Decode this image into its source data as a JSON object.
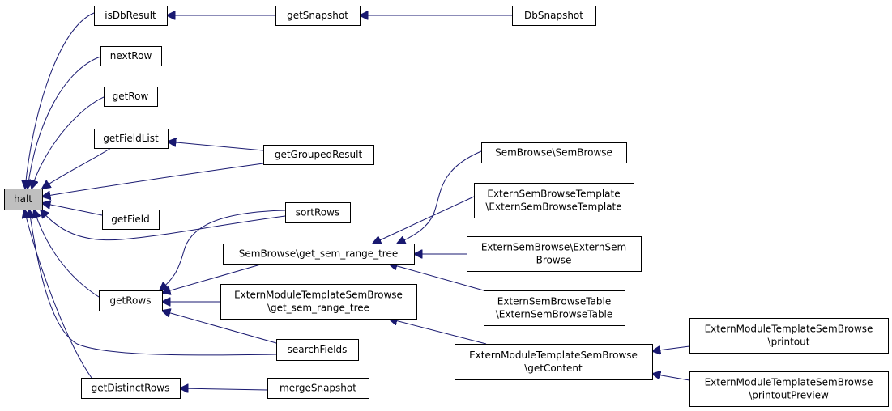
{
  "colors": {
    "edge": "#191970",
    "current_node_fill": "#bfbfbf",
    "node_fill": "#ffffff",
    "node_border": "#000000"
  },
  "nodes": {
    "halt": [
      "halt"
    ],
    "isDbResult": [
      "isDbResult"
    ],
    "getSnapshot": [
      "getSnapshot"
    ],
    "DbSnapshot": [
      "DbSnapshot"
    ],
    "nextRow": [
      "nextRow"
    ],
    "getRow": [
      "getRow"
    ],
    "getFieldList": [
      "getFieldList"
    ],
    "getGroupedResult": [
      "getGroupedResult"
    ],
    "getField": [
      "getField"
    ],
    "sortRows": [
      "sortRows"
    ],
    "getRows": [
      "getRows"
    ],
    "getDistinctRows": [
      "getDistinctRows"
    ],
    "mergeSnapshot": [
      "mergeSnapshot"
    ],
    "searchFields": [
      "searchFields"
    ],
    "semRangeTree": [
      "SemBrowse\\get_sem_range_tree"
    ],
    "externRangeTree": [
      "ExternModuleTemplateSemBrowse",
      "\\get_sem_range_tree"
    ],
    "semBrowse": [
      "SemBrowse\\SemBrowse"
    ],
    "externTemplate": [
      "ExternSemBrowseTemplate",
      "\\ExternSemBrowseTemplate"
    ],
    "externSemBrowse": [
      "ExternSemBrowse\\ExternSem",
      "Browse"
    ],
    "externTable": [
      "ExternSemBrowseTable",
      "\\ExternSemBrowseTable"
    ],
    "getContent": [
      "ExternModuleTemplateSemBrowse",
      "\\getContent"
    ],
    "printout": [
      "ExternModuleTemplateSemBrowse",
      "\\printout"
    ],
    "printoutPreview": [
      "ExternModuleTemplateSemBrowse",
      "\\printoutPreview"
    ]
  },
  "edges": [
    [
      "isDbResult",
      "halt"
    ],
    [
      "nextRow",
      "halt"
    ],
    [
      "getRow",
      "halt"
    ],
    [
      "getFieldList",
      "halt"
    ],
    [
      "getGroupedResult",
      "halt"
    ],
    [
      "getField",
      "halt"
    ],
    [
      "sortRows",
      "halt"
    ],
    [
      "getRows",
      "halt"
    ],
    [
      "searchFields",
      "halt"
    ],
    [
      "getDistinctRows",
      "halt"
    ],
    [
      "getSnapshot",
      "isDbResult"
    ],
    [
      "DbSnapshot",
      "getSnapshot"
    ],
    [
      "getGroupedResult",
      "getFieldList"
    ],
    [
      "sortRows",
      "getRows"
    ],
    [
      "semRangeTree",
      "getRows"
    ],
    [
      "externRangeTree",
      "getRows"
    ],
    [
      "searchFields",
      "getRows"
    ],
    [
      "mergeSnapshot",
      "getDistinctRows"
    ],
    [
      "semBrowse",
      "semRangeTree"
    ],
    [
      "externTemplate",
      "semRangeTree"
    ],
    [
      "externSemBrowse",
      "semRangeTree"
    ],
    [
      "externTable",
      "semRangeTree"
    ],
    [
      "getContent",
      "externRangeTree"
    ],
    [
      "printout",
      "getContent"
    ],
    [
      "printoutPreview",
      "getContent"
    ]
  ]
}
